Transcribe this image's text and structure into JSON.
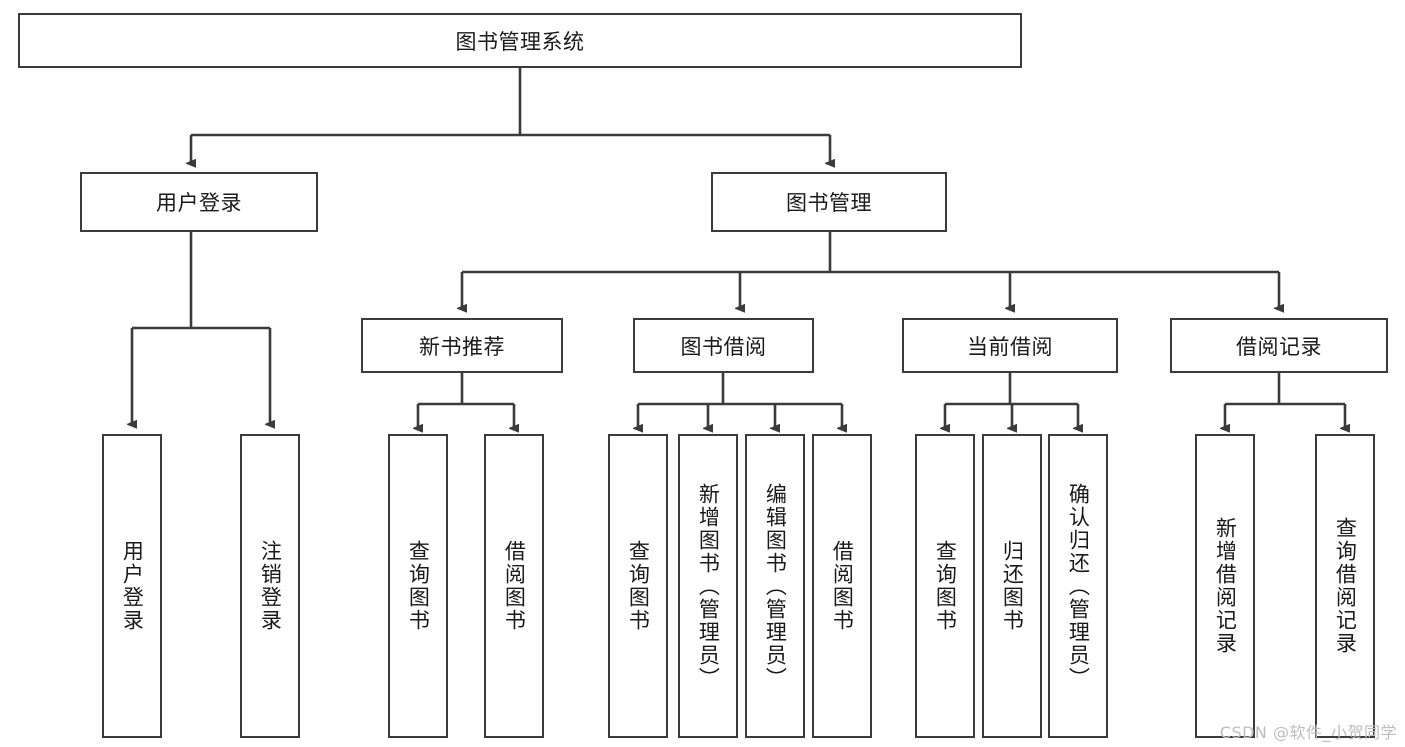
{
  "diagram": {
    "type": "tree-hierarchy-chart",
    "title": "图书管理系统",
    "line_color": "#3b3b3b",
    "box_fill": "#ffffff",
    "text_color": "#1a1a1a",
    "watermark": "CSDN @软件_小贺同学"
  },
  "root": {
    "label": "图书管理系统"
  },
  "level2": [
    {
      "label": "用户登录"
    },
    {
      "label": "图书管理"
    }
  ],
  "level3": [
    {
      "label": "新书推荐"
    },
    {
      "label": "图书借阅"
    },
    {
      "label": "当前借阅"
    },
    {
      "label": "借阅记录"
    }
  ],
  "leaves": {
    "user_login": [
      {
        "label": "用户登录"
      },
      {
        "label": "注销登录"
      }
    ],
    "new_book_recommend": [
      {
        "label": "查询图书"
      },
      {
        "label": "借阅图书"
      }
    ],
    "book_borrow": [
      {
        "label": "查询图书"
      },
      {
        "label": "新增图书（管理员）"
      },
      {
        "label": "编辑图书（管理员）"
      },
      {
        "label": "借阅图书"
      }
    ],
    "current_borrow": [
      {
        "label": "查询图书"
      },
      {
        "label": "归还图书"
      },
      {
        "label": "确认归还（管理员）"
      }
    ],
    "borrow_record": [
      {
        "label": "新增借阅记录"
      },
      {
        "label": "查询借阅记录"
      }
    ]
  }
}
